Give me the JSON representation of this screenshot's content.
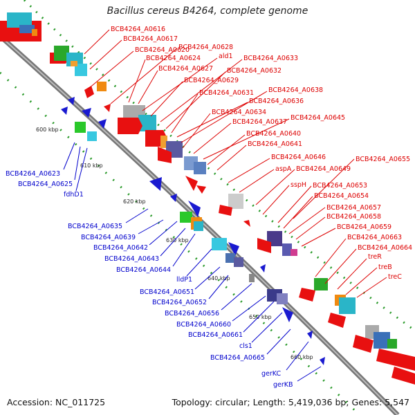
{
  "title": "Bacillus cereus B4264, complete genome",
  "footer": {
    "accession": "Accession: NC_011725",
    "summary": "Topology: circular; Length: 5,419,036 bp; Genes: 5,547"
  },
  "colors": {
    "forward_label": "#dd0000",
    "reverse_label": "#0000cc",
    "backbone": "#8a8a8a",
    "tick": "#229922"
  },
  "ticks": [
    "600 kbp",
    "610 kbp",
    "620 kbp",
    "630 kbp",
    "640 kbp",
    "650 kbp",
    "660 kbp"
  ],
  "forward_labels": [
    "BCB4264_A0616",
    "BCB4264_A0617",
    "BCB4264_A0620",
    "BCB4264_A0628",
    "BCB4264_A0624",
    "ald1",
    "BCB4264_A0633",
    "BCB4264_A0627",
    "BCB4264_A0632",
    "BCB4264_A0629",
    "BCB4264_A0631",
    "BCB4264_A0638",
    "BCB4264_A0636",
    "BCB4264_A0634",
    "BCB4264_A0637",
    "BCB4264_A0645",
    "BCB4264_A0640",
    "BCB4264_A0641",
    "BCB4264_A0646",
    "BCB4264_A0655",
    "aspA",
    "BCB4264_A0649",
    "sspH",
    "BCB4264_A0653",
    "BCB4264_A0654",
    "BCB4264_A0657",
    "BCB4264_A0658",
    "BCB4264_A0659",
    "BCB4264_A0663",
    "BCB4264_A0664",
    "treR",
    "treB",
    "treC"
  ],
  "reverse_labels": [
    "BCB4264_A0623",
    "BCB4264_A0625",
    "fdhD1",
    "BCB4264_A0635",
    "BCB4264_A0639",
    "BCB4264_A0642",
    "BCB4264_A0643",
    "BCB4264_A0644",
    "lldP1",
    "BCB4264_A0651",
    "BCB4264_A0652",
    "BCB4264_A0656",
    "BCB4264_A0660",
    "BCB4264_A0661",
    "cls1",
    "BCB4264_A0665",
    "gerKC",
    "gerKB"
  ]
}
